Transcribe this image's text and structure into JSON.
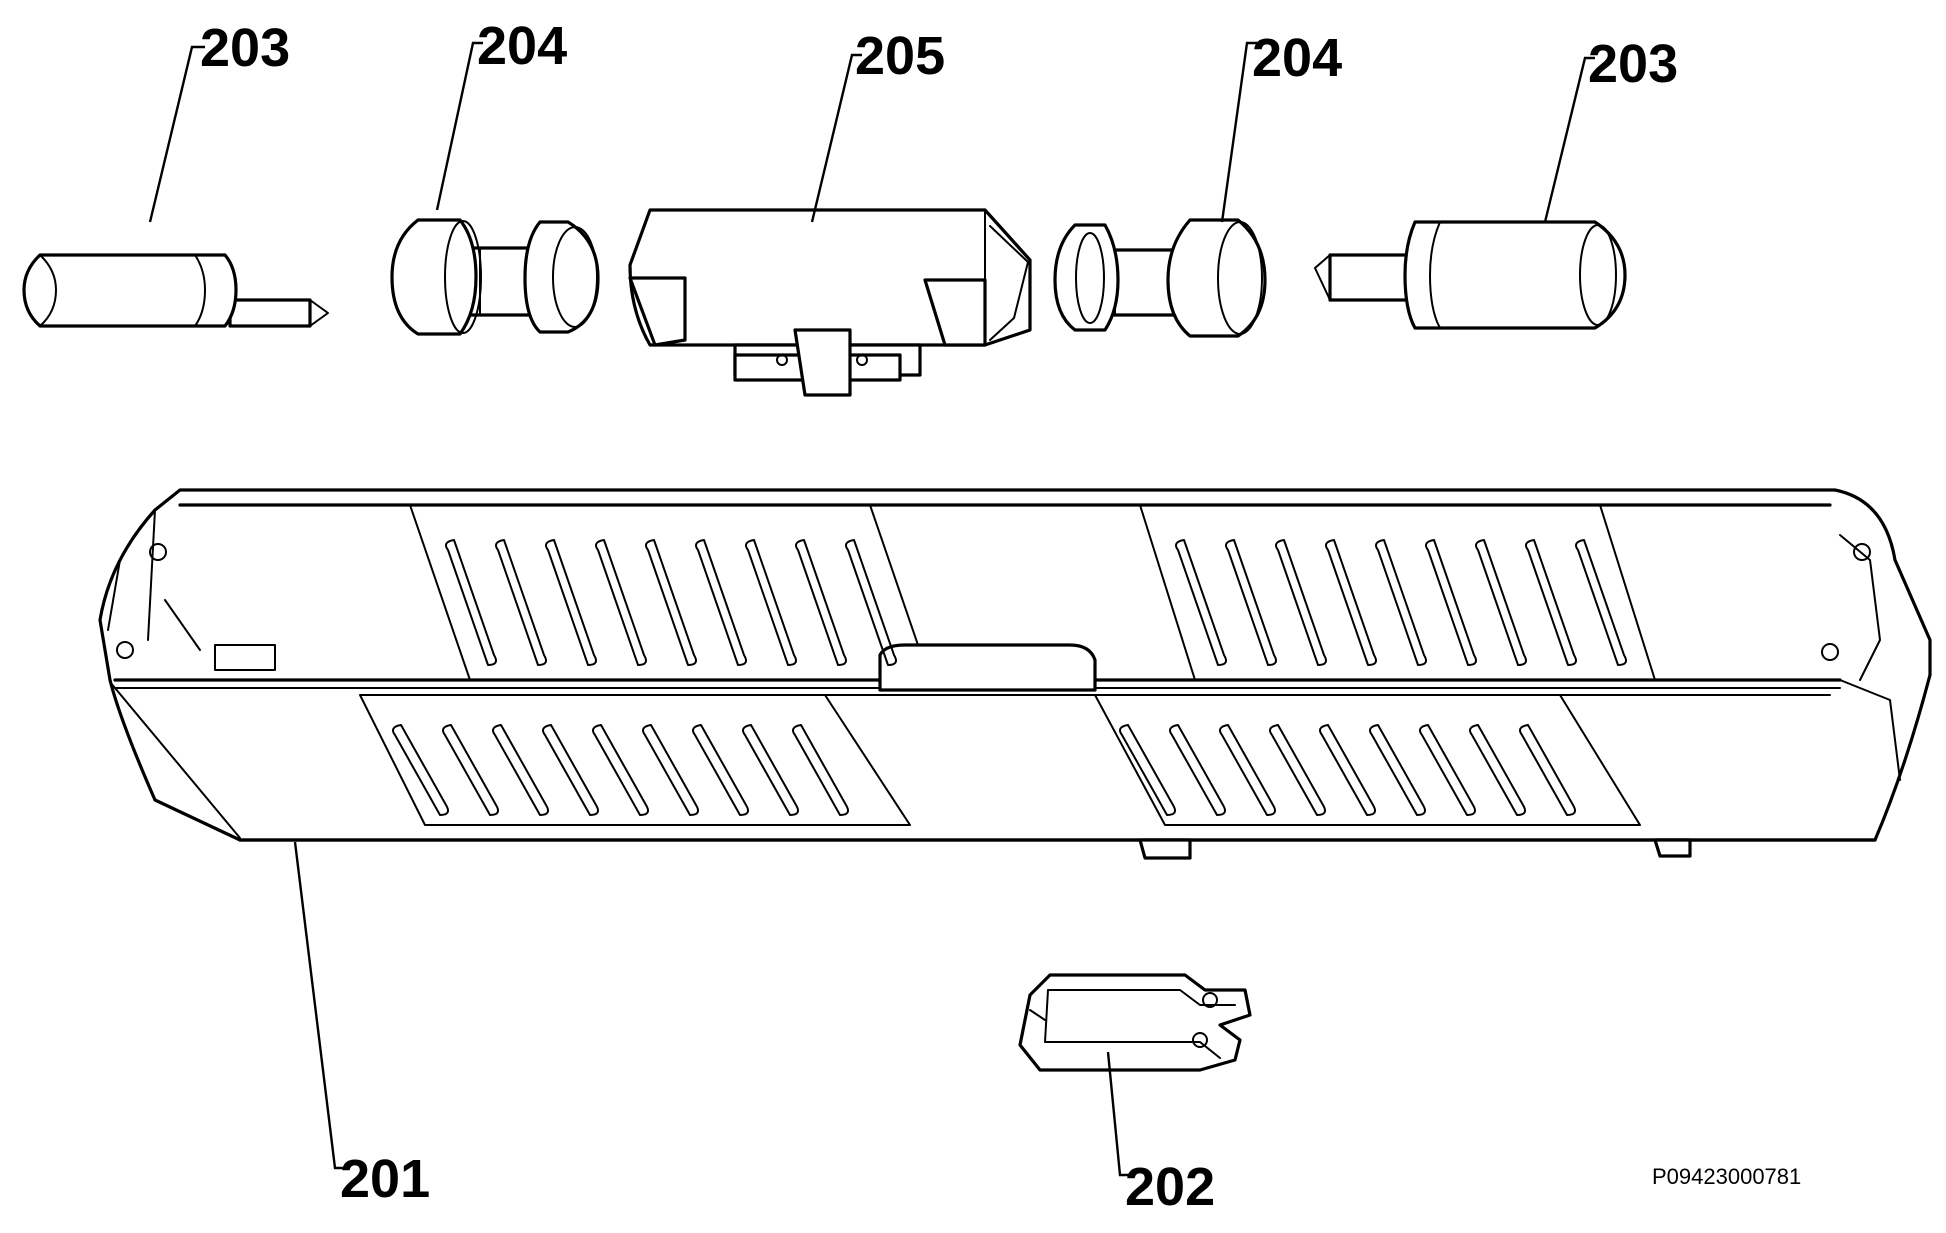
{
  "callouts": {
    "pin_left": "203",
    "bushing_left": "204",
    "connector": "205",
    "bushing_right": "204",
    "pin_right": "203",
    "housing": "201",
    "clip": "202"
  },
  "document_id": "P09423000781"
}
